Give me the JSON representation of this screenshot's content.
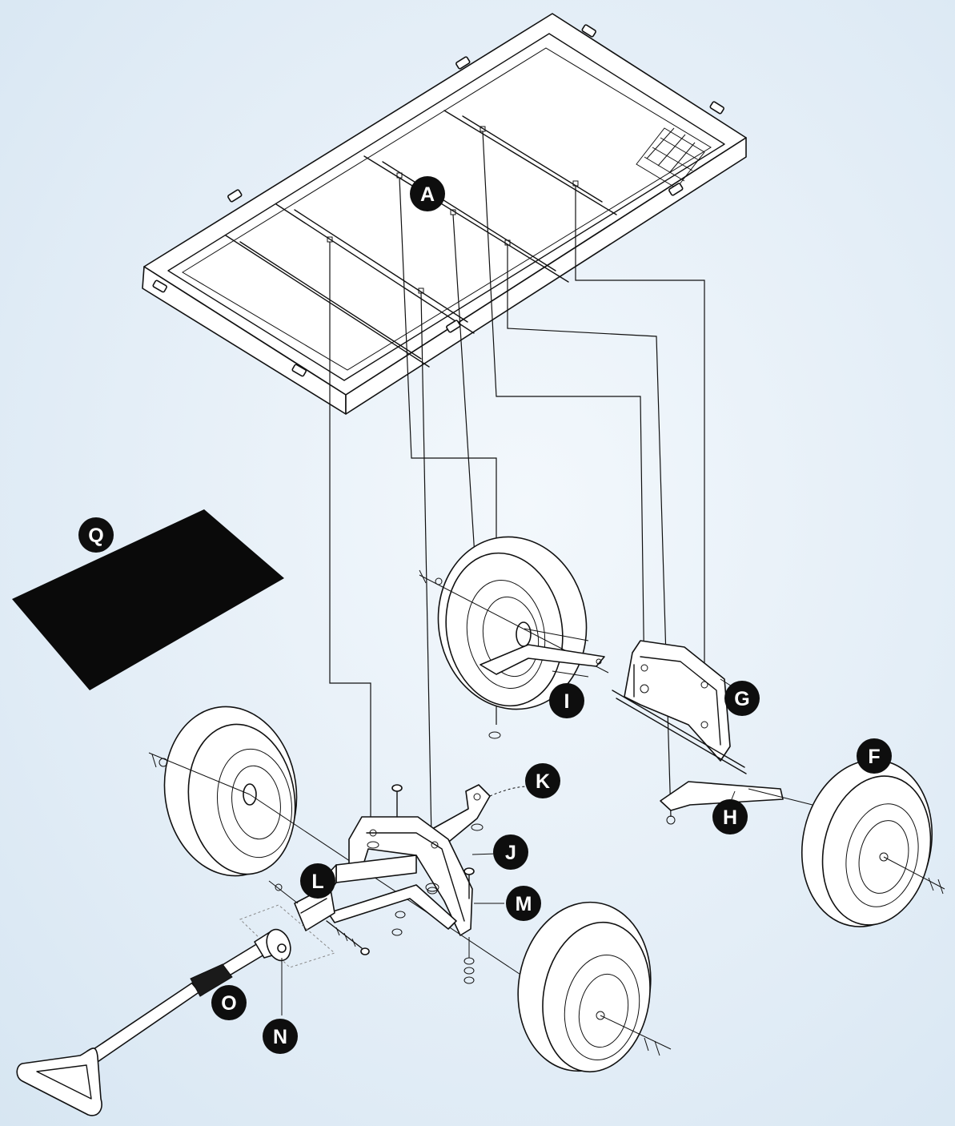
{
  "callouts": {
    "A": "A",
    "Q": "Q",
    "I": "I",
    "G": "G",
    "F": "F",
    "K": "K",
    "H": "H",
    "J": "J",
    "L": "L",
    "M": "M",
    "O": "O",
    "N": "N"
  }
}
